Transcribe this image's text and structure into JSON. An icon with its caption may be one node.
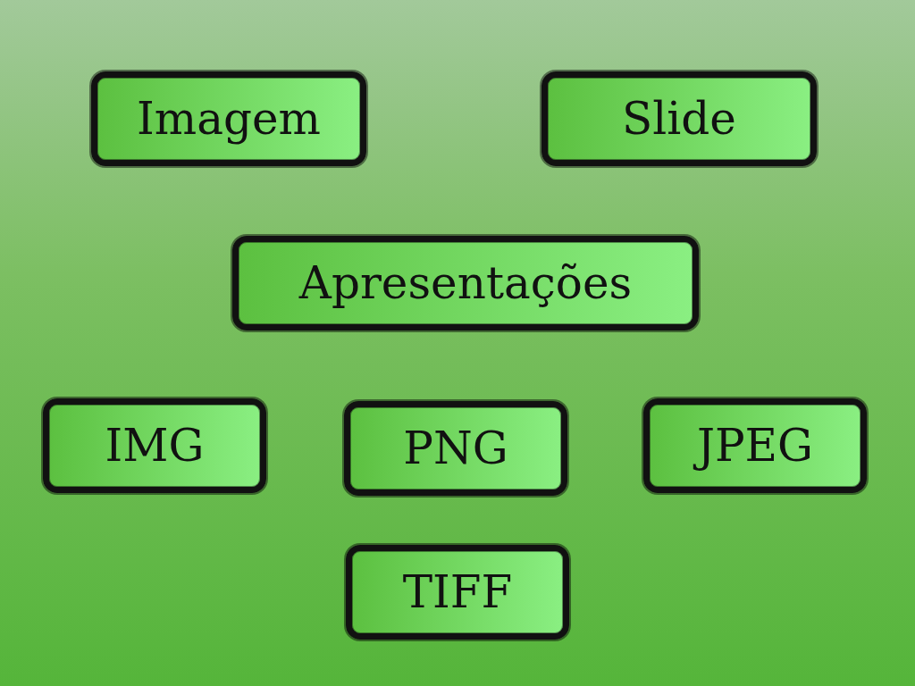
{
  "diagram": {
    "nodes": [
      {
        "text": [
          "Imagem"
        ]
      },
      {
        "text": [
          "Slide"
        ]
      },
      {
        "text": [
          "Apresentações"
        ]
      },
      {
        "text": [
          "IMG"
        ]
      },
      {
        "text": [
          "PNG"
        ]
      },
      {
        "text": [
          "JPEG"
        ]
      },
      {
        "text": [
          "TIFF"
        ]
      }
    ]
  }
}
